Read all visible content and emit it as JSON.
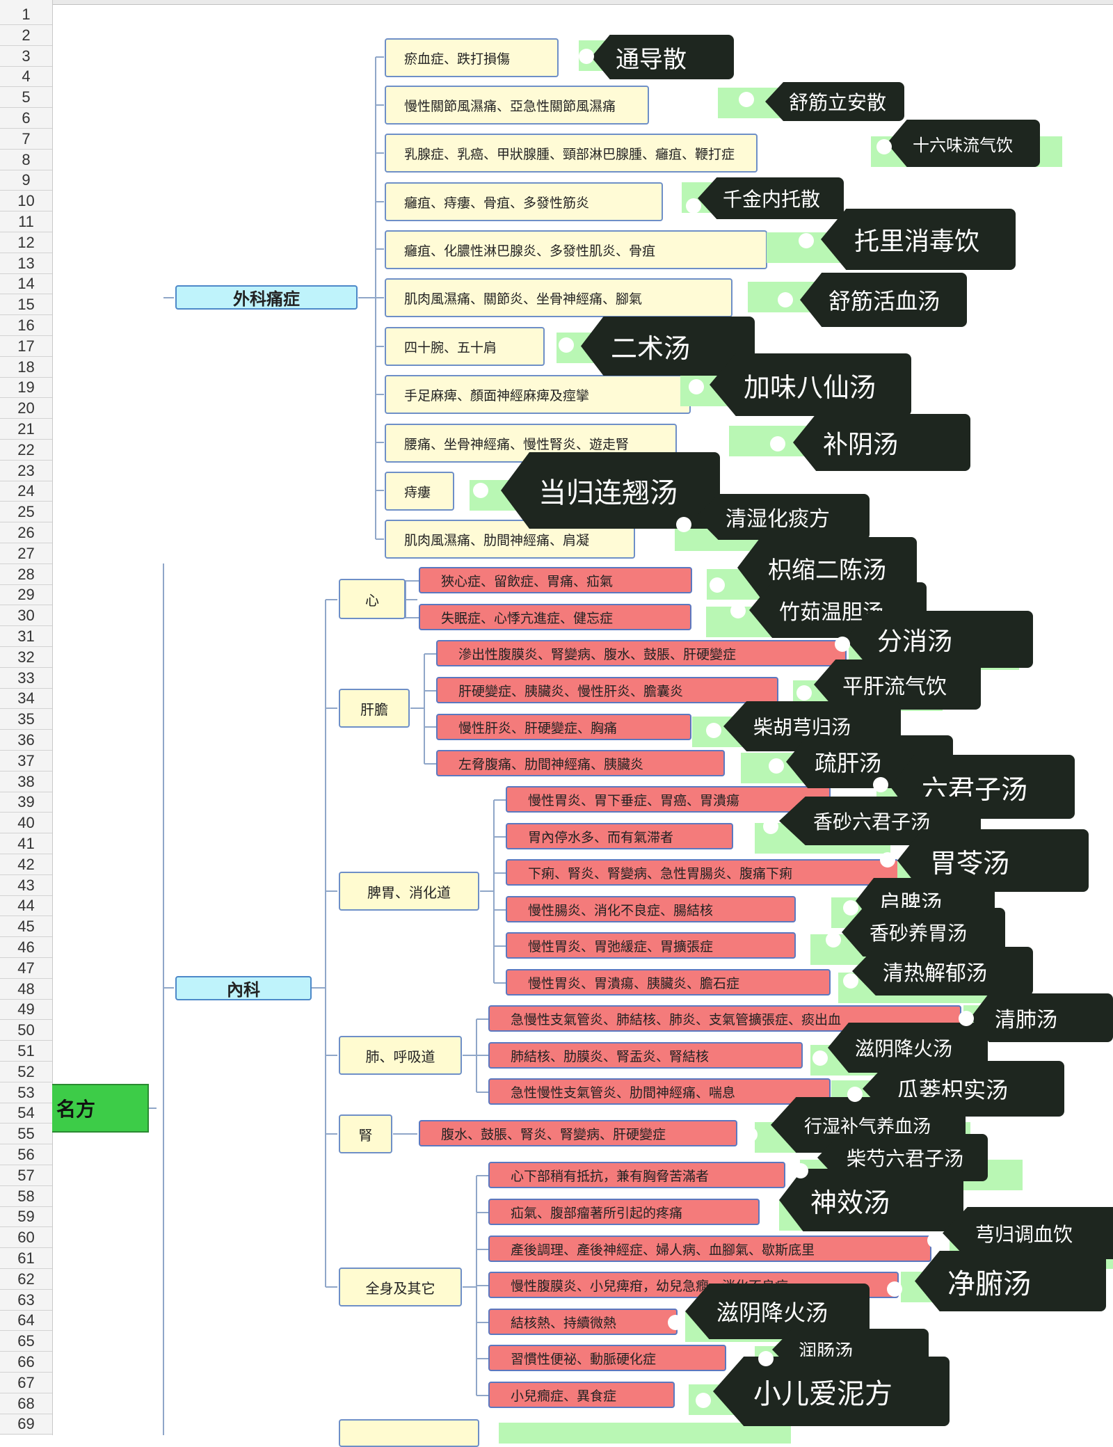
{
  "row_numbers": [
    "1",
    "2",
    "3",
    "4",
    "5",
    "6",
    "7",
    "8",
    "9",
    "10",
    "11",
    "12",
    "13",
    "14",
    "15",
    "16",
    "17",
    "18",
    "19",
    "20",
    "21",
    "22",
    "23",
    "24",
    "25",
    "26",
    "27",
    "28",
    "29",
    "30",
    "31",
    "32",
    "33",
    "34",
    "35",
    "36",
    "37",
    "38",
    "39",
    "40",
    "41",
    "42",
    "43",
    "44",
    "45",
    "46",
    "47",
    "48",
    "49",
    "50",
    "51",
    "52",
    "53",
    "54",
    "55",
    "56",
    "57",
    "58",
    "59",
    "60",
    "61",
    "62",
    "63",
    "64",
    "65",
    "66",
    "67",
    "68",
    "69"
  ],
  "root": {
    "label": "名方"
  },
  "branches": {
    "waike": "外科痛症",
    "neike": "內科"
  },
  "categories": {
    "xin": "心",
    "gandan": "肝膽",
    "piwei": "脾胃、消化道",
    "fei": "肺、呼吸道",
    "shen": "腎",
    "quanshen": "全身及其它"
  },
  "surgical_items": [
    "瘀血症、跌打損傷",
    "慢性關節風濕痛、亞急性關節風濕痛",
    "乳腺症、乳癌、甲狀腺腫、頸部淋巴腺腫、癰疽、鞭打症",
    "癰疽、痔瘻、骨疽、多發性筋炎",
    "癰疽、化膿性淋巴腺炎、多發性肌炎、骨疽",
    "肌肉風濕痛、關節炎、坐骨神經痛、腳氣",
    "四十腕、五十肩",
    "手足麻痺、顏面神經麻痺及痙攣",
    "腰痛、坐骨神經痛、慢性腎炎、遊走腎",
    "痔瘻",
    "肌肉風濕痛、肋間神經痛、肩凝"
  ],
  "internal_items": [
    "狹心症、留飲症、胃痛、疝氣",
    "失眠症、心悸亢進症、健忘症",
    "滲出性腹膜炎、腎變病、腹水、鼓脹、肝硬變症",
    "肝硬變症、胰臟炎、慢性肝炎、膽囊炎",
    "慢性肝炎、肝硬變症、胸痛",
    "左脅腹痛、肋間神經痛、胰臟炎",
    "慢性胃炎、胃下垂症、胃癌、胃潰瘍",
    "胃內停水多、而有氣滞者",
    "下痢、腎炎、腎變病、急性胃腸炎、腹痛下痢",
    "慢性腸炎、消化不良症、腸結核",
    "慢性胃炎、胃弛緩症、胃擴張症",
    "慢性胃炎、胃潰瘍、胰臟炎、膽石症",
    "急慢性支氣管炎、肺結核、肺炎、支氣管擴張症、痰出血",
    "肺結核、肋膜炎、腎盂炎、腎結核",
    "急性慢性支氣管炎、肋間神經痛、喘息",
    "腹水、鼓脹、腎炎、腎變病、肝硬變症",
    "心下部稍有抵抗，兼有胸脅苦滿者",
    "疝氣、腹部瘤著所引起的疼痛",
    "產後調理、產後神經症、婦人病、血腳氣、歇斯底里",
    "慢性腹膜炎、小兒痺疳，幼兒急癇、消化不良症",
    "結核熱、持續微熱",
    "習慣性便祕、動脈硬化症",
    "小兒癇症、異食症"
  ],
  "formulas": [
    "通导散",
    "舒筋立安散",
    "十六味流气饮",
    "千金内托散",
    "托里消毒饮",
    "舒筋活血汤",
    "二术汤",
    "加味八仙汤",
    "补阴汤",
    "当归连翘汤",
    "清湿化痰方",
    "枳缩二陈汤",
    "竹茹温胆汤",
    "分消汤",
    "平肝流气饮",
    "柴胡芎归汤",
    "疏肝汤",
    "六君子汤",
    "香砂六君子汤",
    "胃苓汤",
    "启脾汤",
    "香砂养胃汤",
    "清热解郁汤",
    "清肺汤",
    "滋阴降火汤",
    "瓜蒌枳实汤",
    "行湿补气养血汤",
    "柴芍六君子汤",
    "神效汤",
    "芎归调血饮",
    "净腑汤",
    "滋阴降火汤",
    "润肠汤",
    "小儿爱泥方"
  ],
  "colors": {
    "surgical_box": "#fffbd6",
    "internal_box": "#f47b7b",
    "branch_box": "#bff3fb",
    "root_box": "#3dcc48",
    "green_tab": "#b9f7b4",
    "formula_tag": "#1e261f"
  }
}
